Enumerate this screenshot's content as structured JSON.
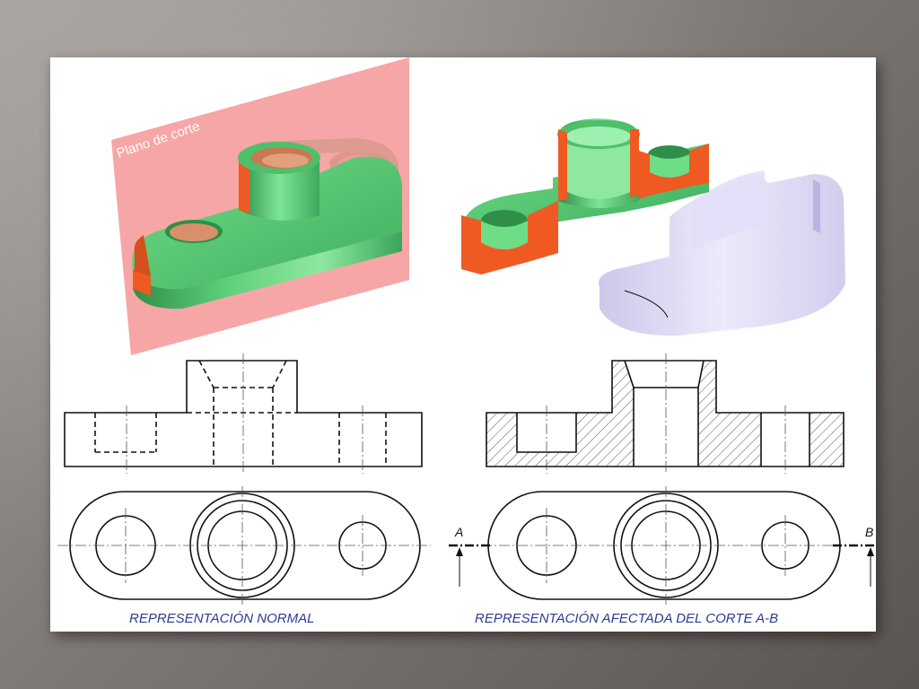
{
  "labels": {
    "plane": "Plano de corte",
    "cut_a": "A",
    "cut_b": "B"
  },
  "captions": {
    "normal": "REPRESENTACIÓN NORMAL",
    "section": "REPRESENTACIÓN AFECTADA DEL CORTE A-B"
  },
  "colors": {
    "cut_plane": "#f59a9a",
    "part_green": "#4fc06a",
    "part_green_light": "#8ee8a0",
    "part_green_dark": "#2f8f48",
    "cut_face": "#ee5a22",
    "bore_orange": "#d9906a",
    "ghost_half": "#d9d4f0",
    "caption_blue": "#2f3a8f"
  }
}
